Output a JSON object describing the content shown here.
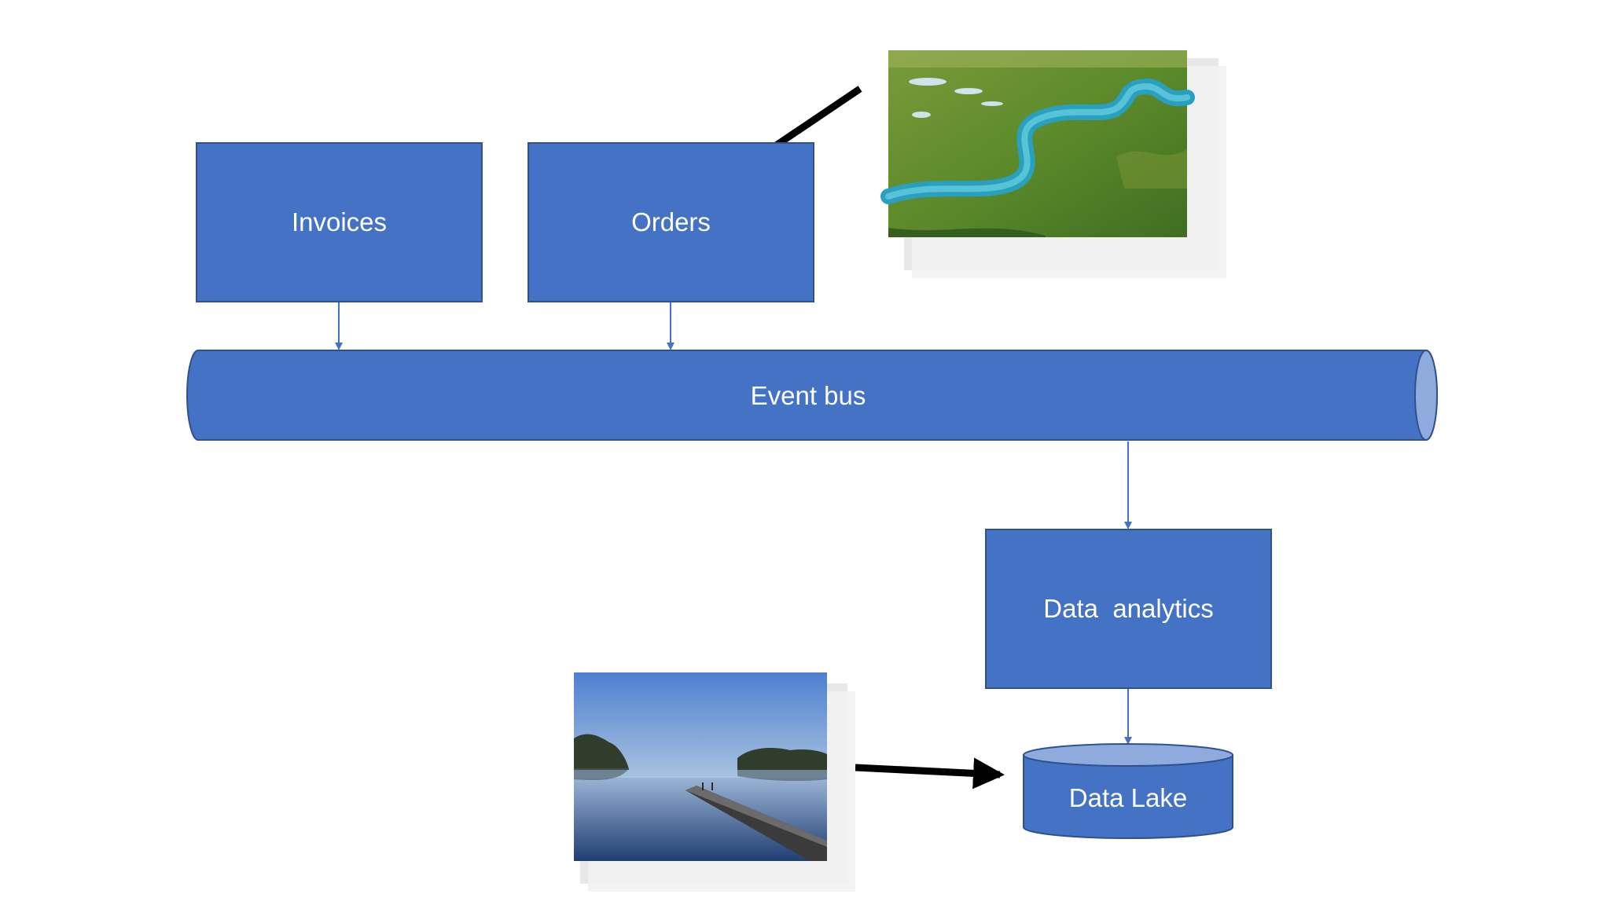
{
  "diagram": {
    "nodes": {
      "invoices": "Invoices",
      "orders": "Orders",
      "event_bus": "Event bus",
      "data_analytics": "Data  analytics",
      "data_lake": "Data Lake"
    },
    "edges": [
      {
        "from": "Invoices",
        "to": "Event bus"
      },
      {
        "from": "Orders",
        "to": "Event bus"
      },
      {
        "from": "Event bus",
        "to": "Data  analytics"
      },
      {
        "from": "Data  analytics",
        "to": "Data Lake"
      }
    ],
    "images": [
      {
        "name": "aerial-river-photo",
        "depicts": "river"
      },
      {
        "name": "lake-jetty-photo",
        "depicts": "lake"
      }
    ],
    "colors": {
      "node_fill": "#4472c4",
      "node_border": "#2f528f",
      "cylinder_end": "#8faadc",
      "arrow": "#000000",
      "text": "#ffffff"
    }
  }
}
